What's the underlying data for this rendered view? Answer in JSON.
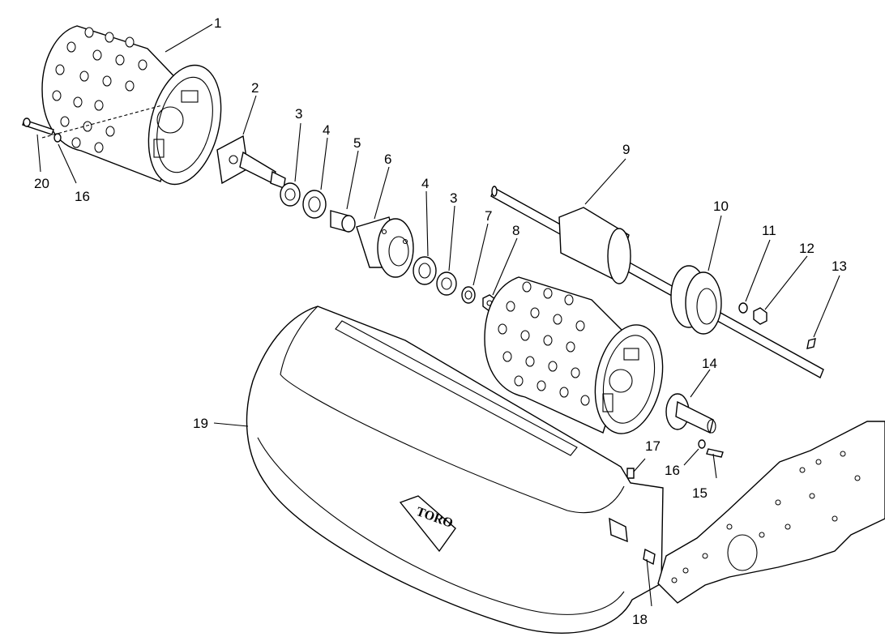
{
  "callouts": {
    "c1": "1",
    "c2": "2",
    "c3a": "3",
    "c4a": "4",
    "c5": "5",
    "c6": "6",
    "c4b": "4",
    "c3b": "3",
    "c7": "7",
    "c8": "8",
    "c9": "9",
    "c10": "10",
    "c11": "11",
    "c12": "12",
    "c13": "13",
    "c14": "14",
    "c15": "15",
    "c16a": "16",
    "c16b": "16",
    "c17": "17",
    "c18": "18",
    "c19": "19",
    "c20": "20"
  },
  "logo_text": "TORO"
}
